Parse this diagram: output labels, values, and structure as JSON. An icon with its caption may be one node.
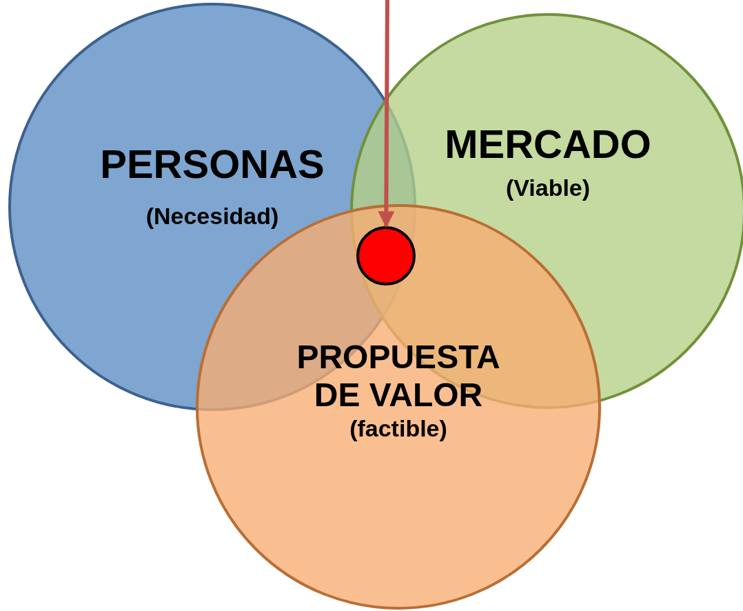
{
  "diagram": {
    "nodes": [
      {
        "text": [
          "PERSONAS",
          "(Necesidad)"
        ]
      },
      {
        "text": [
          "MERCADO",
          "(Viable)"
        ]
      },
      {
        "text": [
          "PROPUESTA DE VALOR",
          "(factible)"
        ]
      },
      {
        "text": [],
        "shape": "circle"
      }
    ],
    "edges": [
      {
        "from": null,
        "to": 3,
        "arrow": "to",
        "color": "#c0504d"
      }
    ]
  }
}
